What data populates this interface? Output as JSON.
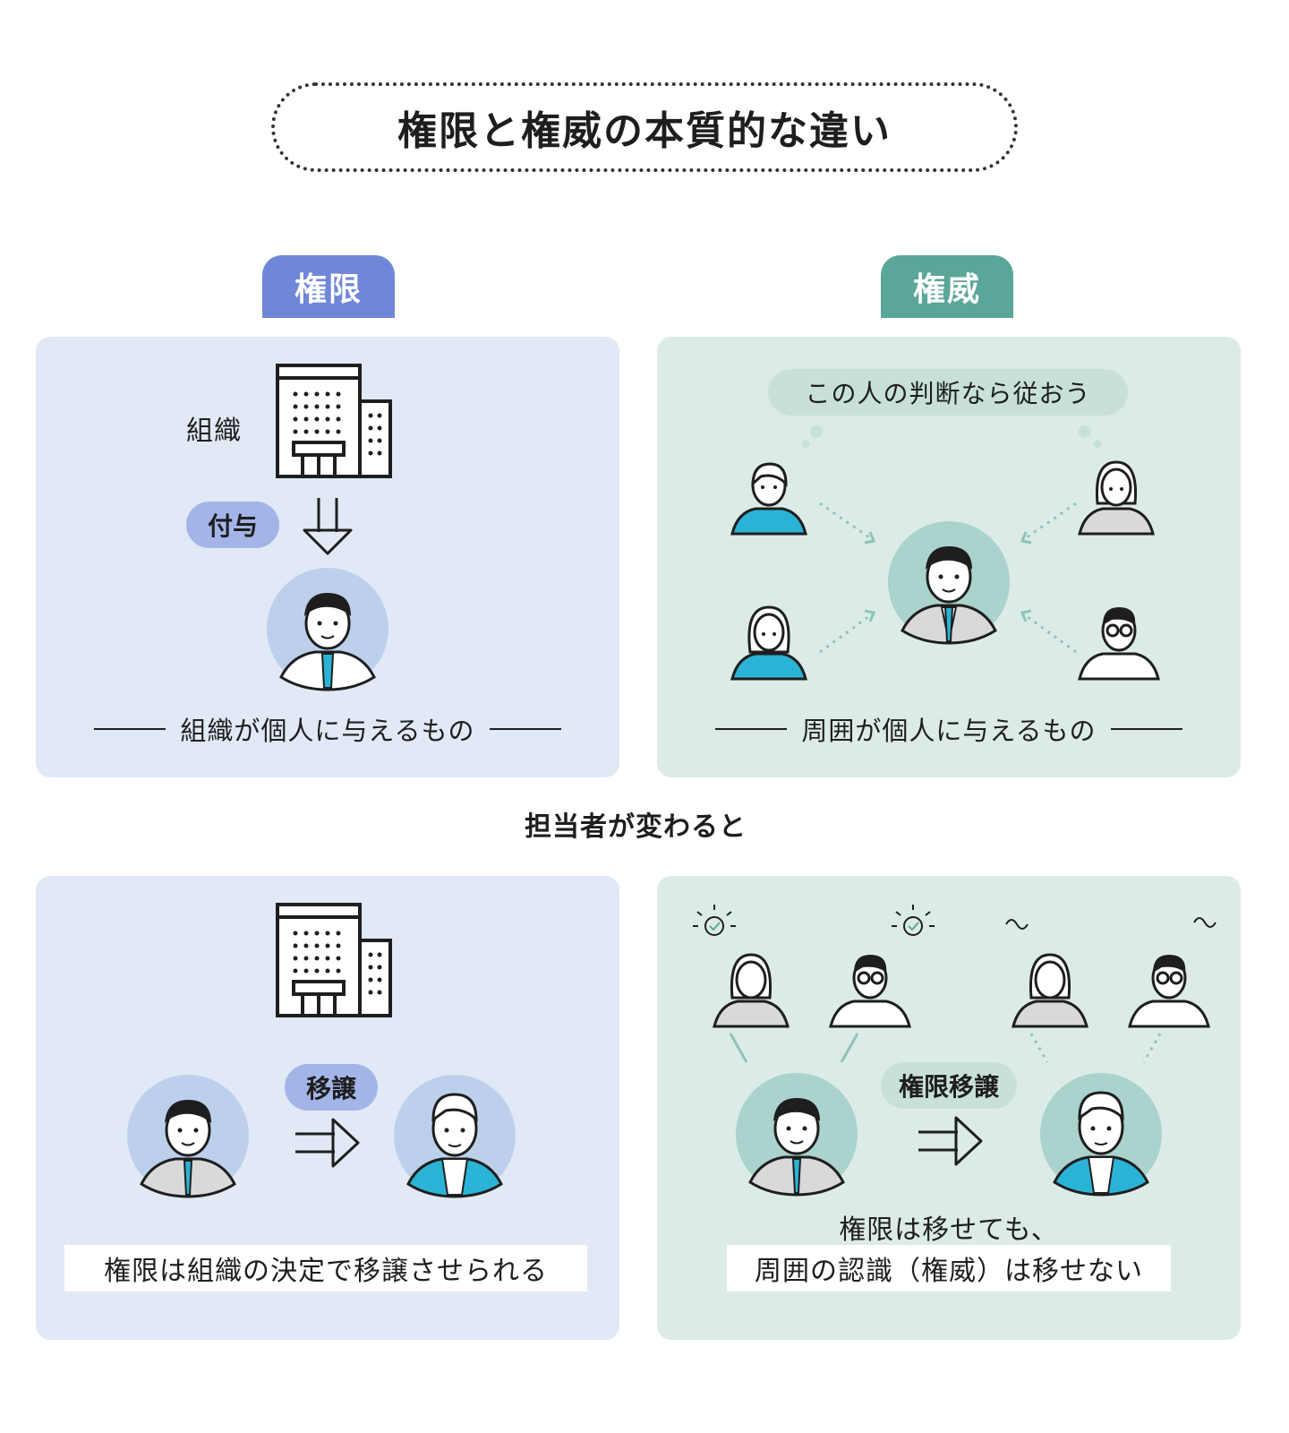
{
  "title": "権限と権威の本質的な違い",
  "left_tab": "権限",
  "right_tab": "権威",
  "colors": {
    "authority_blue": "#6f87d8",
    "prestige_green": "#5aa699",
    "panel_blue": "#e0e9f5",
    "panel_green": "#dcebe7",
    "accent_cyan": "#2bb3d6"
  },
  "top_left": {
    "org_label": "組織",
    "grant_label": "付与",
    "caption": "組織が個人に与えるもの"
  },
  "top_right": {
    "speech": "この人の判断なら従おう",
    "caption": "周囲が個人に与えるもの"
  },
  "middle_heading": "担当者が変わると",
  "bottom_left": {
    "transfer_label": "移譲",
    "caption": "権限は組織の決定で移譲させられる"
  },
  "bottom_right": {
    "transfer_label": "権限移譲",
    "caption_line1": "権限は移せても、",
    "caption_line2": "周囲の認識（権威）は移せない"
  }
}
